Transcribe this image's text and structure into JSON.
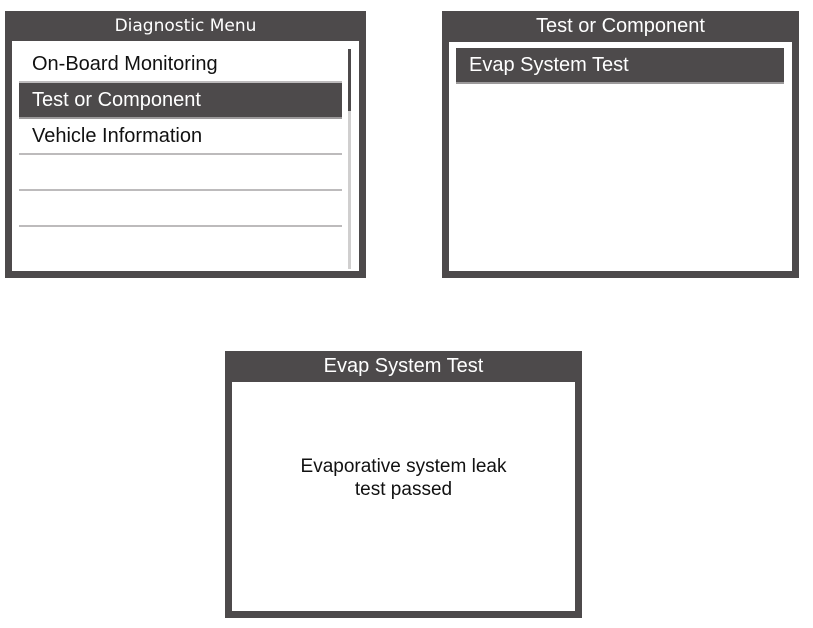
{
  "screens": {
    "diagnostic": {
      "title": "Diagnostic Menu",
      "items": [
        {
          "label": "On-Board Monitoring",
          "selected": false
        },
        {
          "label": "Test or Component",
          "selected": true
        },
        {
          "label": "Vehicle Information",
          "selected": false
        },
        {
          "label": "",
          "selected": false
        },
        {
          "label": "",
          "selected": false
        },
        {
          "label": "",
          "selected": false
        }
      ]
    },
    "component": {
      "title": "Test or Component",
      "items": [
        {
          "label": "Evap System Test",
          "selected": true
        }
      ]
    },
    "evap": {
      "title": "Evap System Test",
      "message_line1": "Evaporative system leak",
      "message_line2": "test passed"
    }
  },
  "colors": {
    "frame": "#4d4a4b",
    "divider": "#bdbbbc",
    "background": "#ffffff"
  }
}
